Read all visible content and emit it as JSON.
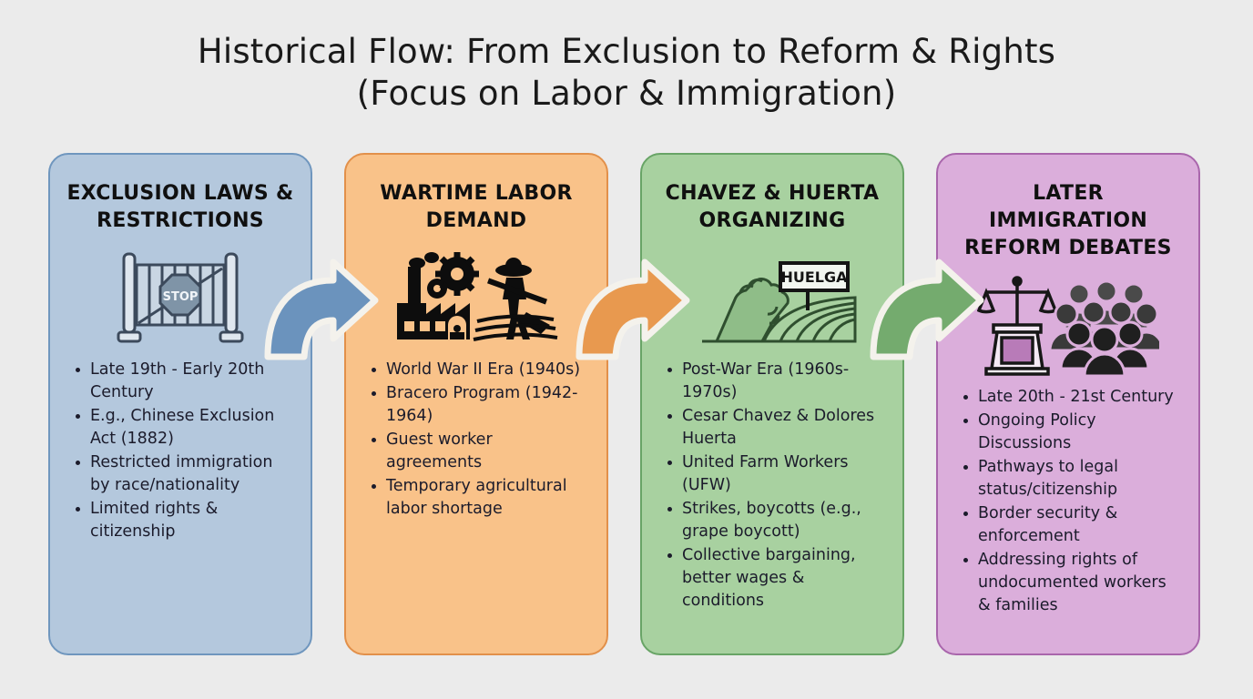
{
  "title": {
    "line1": "Historical Flow: From Exclusion to Reform & Rights",
    "line2": "(Focus on Labor & Immigration)"
  },
  "colors": {
    "background": "#ebebeb",
    "panel1_fill": "#b4c8dd",
    "panel1_border": "#6f96be",
    "panel2_fill": "#f9c289",
    "panel2_border": "#e2904a",
    "panel3_fill": "#a8d1a0",
    "panel3_border": "#68a466",
    "panel4_fill": "#dbaedb",
    "panel4_border": "#a966ac",
    "arrow1": "#6b93bd",
    "arrow2": "#e8994f",
    "arrow3": "#74ab6e",
    "arrow_outline": "#f4f2ec"
  },
  "panels": [
    {
      "title": "EXCLUSION LAWS & RESTRICTIONS",
      "icon": "gate-stop-sign-icon",
      "icon_label": "STOP",
      "bullets": [
        "Late 19th - Early 20th Century",
        "E.g., Chinese Exclusion Act (1882)",
        "Restricted immigration by race/nationality",
        "Limited rights & citizenship"
      ]
    },
    {
      "title": "WARTIME LABOR DEMAND",
      "icon": "factory-gears-farmworker-icon",
      "icon_label": "",
      "bullets": [
        "World War II Era (1940s)",
        "Bracero Program (1942-1964)",
        "Guest worker agreements",
        "Temporary agricultural labor shortage"
      ]
    },
    {
      "title": "CHAVEZ & HUERTA ORGANIZING",
      "icon": "clasped-hands-huelga-sign-field-icon",
      "icon_label": "HUELGA",
      "bullets": [
        "Post-War Era (1960s-1970s)",
        "Cesar Chavez & Dolores Huerta",
        "United Farm Workers (UFW)",
        "Strikes, boycotts (e.g., grape boycott)",
        "Collective bargaining, better wages & conditions"
      ]
    },
    {
      "title": "LATER IMMIGRATION REFORM DEBATES",
      "icon": "scales-of-justice-crowd-icon",
      "icon_label": "",
      "bullets": [
        "Late 20th - 21st Century",
        "Ongoing Policy Discussions",
        "Pathways to legal status/citizenship",
        "Border security & enforcement",
        "Addressing rights of undocumented workers & families"
      ]
    }
  ],
  "arrows": [
    {
      "name": "arrow-exclusion-to-wartime",
      "color": "#6b93bd"
    },
    {
      "name": "arrow-wartime-to-organizing",
      "color": "#e8994f"
    },
    {
      "name": "arrow-organizing-to-reform",
      "color": "#74ab6e"
    }
  ]
}
